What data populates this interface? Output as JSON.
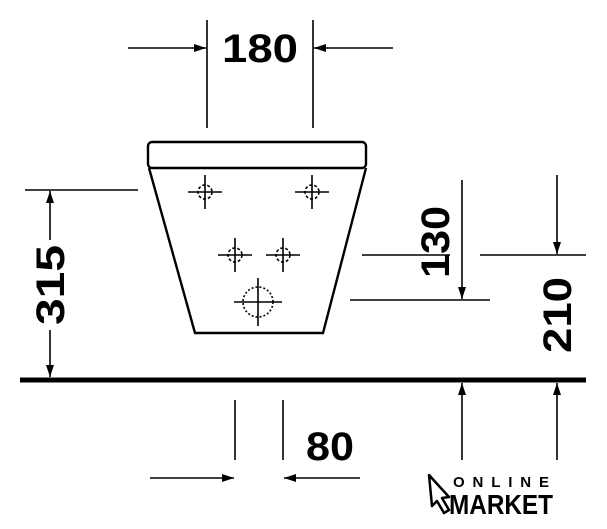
{
  "drawing": {
    "dimensions": {
      "top_width": "180",
      "height_total": "315",
      "hole_spacing_vertical": "130",
      "outlet_height": "210",
      "bottom_width": "80"
    }
  },
  "logo": {
    "line1": "ONLINE",
    "line2": "MARKET"
  },
  "colors": {
    "ink": "#000000",
    "background": "#ffffff"
  }
}
